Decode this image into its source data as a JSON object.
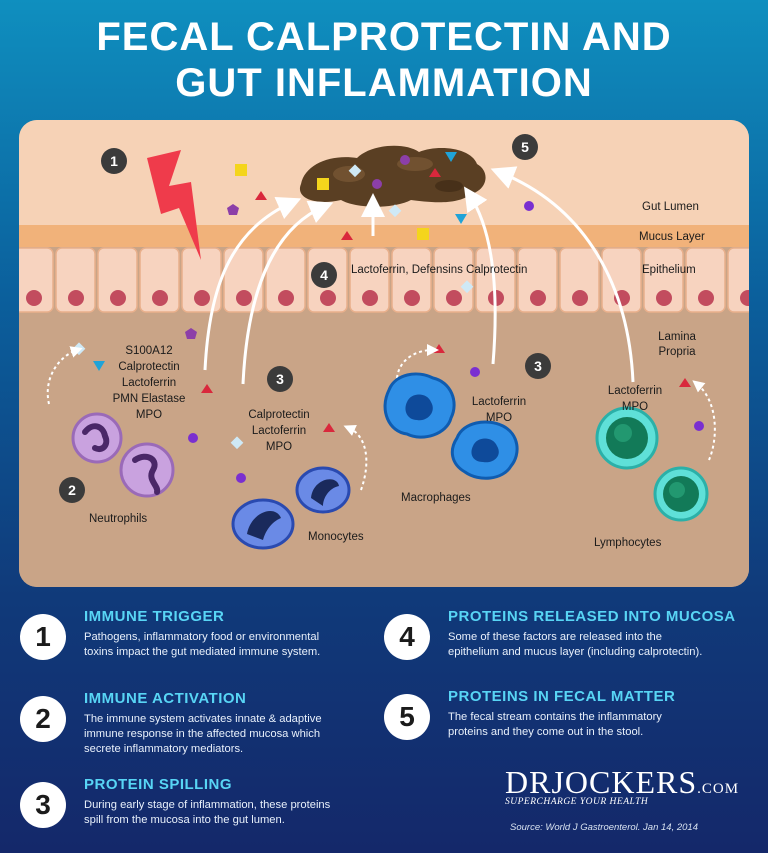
{
  "title": {
    "line1": "FECAL CALPROTECTIN AND",
    "line2": "GUT INFLAMMATION"
  },
  "diagram": {
    "layers": {
      "lumen": "Gut Lumen",
      "mucus": "Mucus Layer",
      "epithelium": "Epithelium",
      "lamina_1": "Lamina",
      "lamina_2": "Propria"
    },
    "badges": [
      "1",
      "2",
      "3",
      "3",
      "4",
      "5"
    ],
    "epithelium_label": "Lactoferrin, Defensins Calprotectin",
    "neutrophil_proteins": [
      "S100A12",
      "Calprotectin",
      "Lactoferrin",
      "PMN Elastase",
      "MPO"
    ],
    "monocyte_proteins": [
      "Calprotectin",
      "Lactoferrin",
      "MPO"
    ],
    "macrophage_proteins": [
      "Lactoferrin",
      "MPO"
    ],
    "lymphocyte_proteins": [
      "Lactoferrin",
      "MPO"
    ],
    "cells": {
      "neutrophils": "Neutrophils",
      "monocytes": "Monocytes",
      "macrophages": "Macrophages",
      "lymphocytes": "Lymphocytes"
    },
    "colors": {
      "lumen": "#f6d2b6",
      "mucus": "#f1b27a",
      "epithelium": "#f7d3bf",
      "lamina": "#c9a487",
      "nucleus": "#c24c5e",
      "stool": "#5a3f23",
      "neutrophil": "#b587c9",
      "monocyte": "#5f7fe0",
      "macrophage": "#2f8fe6",
      "lymphocyte": "#4fd4cf"
    }
  },
  "steps": [
    {
      "num": "1",
      "title": "IMMUNE TRIGGER",
      "lines": [
        "Pathogens, inflammatory food or environmental",
        "toxins impact the gut mediated immune system."
      ]
    },
    {
      "num": "2",
      "title": "IMMUNE ACTIVATION",
      "lines": [
        "The immune system activates innate & adaptive",
        "immune response in the affected mucosa which",
        "secrete inflammatory mediators."
      ]
    },
    {
      "num": "3",
      "title": "PROTEIN SPILLING",
      "lines": [
        "During early stage of inflammation, these proteins",
        "spill from the mucosa into the gut lumen."
      ]
    },
    {
      "num": "4",
      "title": "PROTEINS RELEASED INTO MUCOSA",
      "lines": [
        "Some of these factors are released into the",
        "epithelium and mucus layer (including calprotectin)."
      ]
    },
    {
      "num": "5",
      "title": "PROTEINS IN FECAL MATTER",
      "lines": [
        "The fecal stream contains the inflammatory",
        "proteins and they come out in the stool."
      ]
    }
  ],
  "logo": {
    "brand": "DRJOCKERS",
    "suffix": ".COM",
    "tagline": "SUPERCHARGE YOUR HEALTH"
  },
  "source": "Source: World J Gastroenterol. Jan 14, 2014"
}
